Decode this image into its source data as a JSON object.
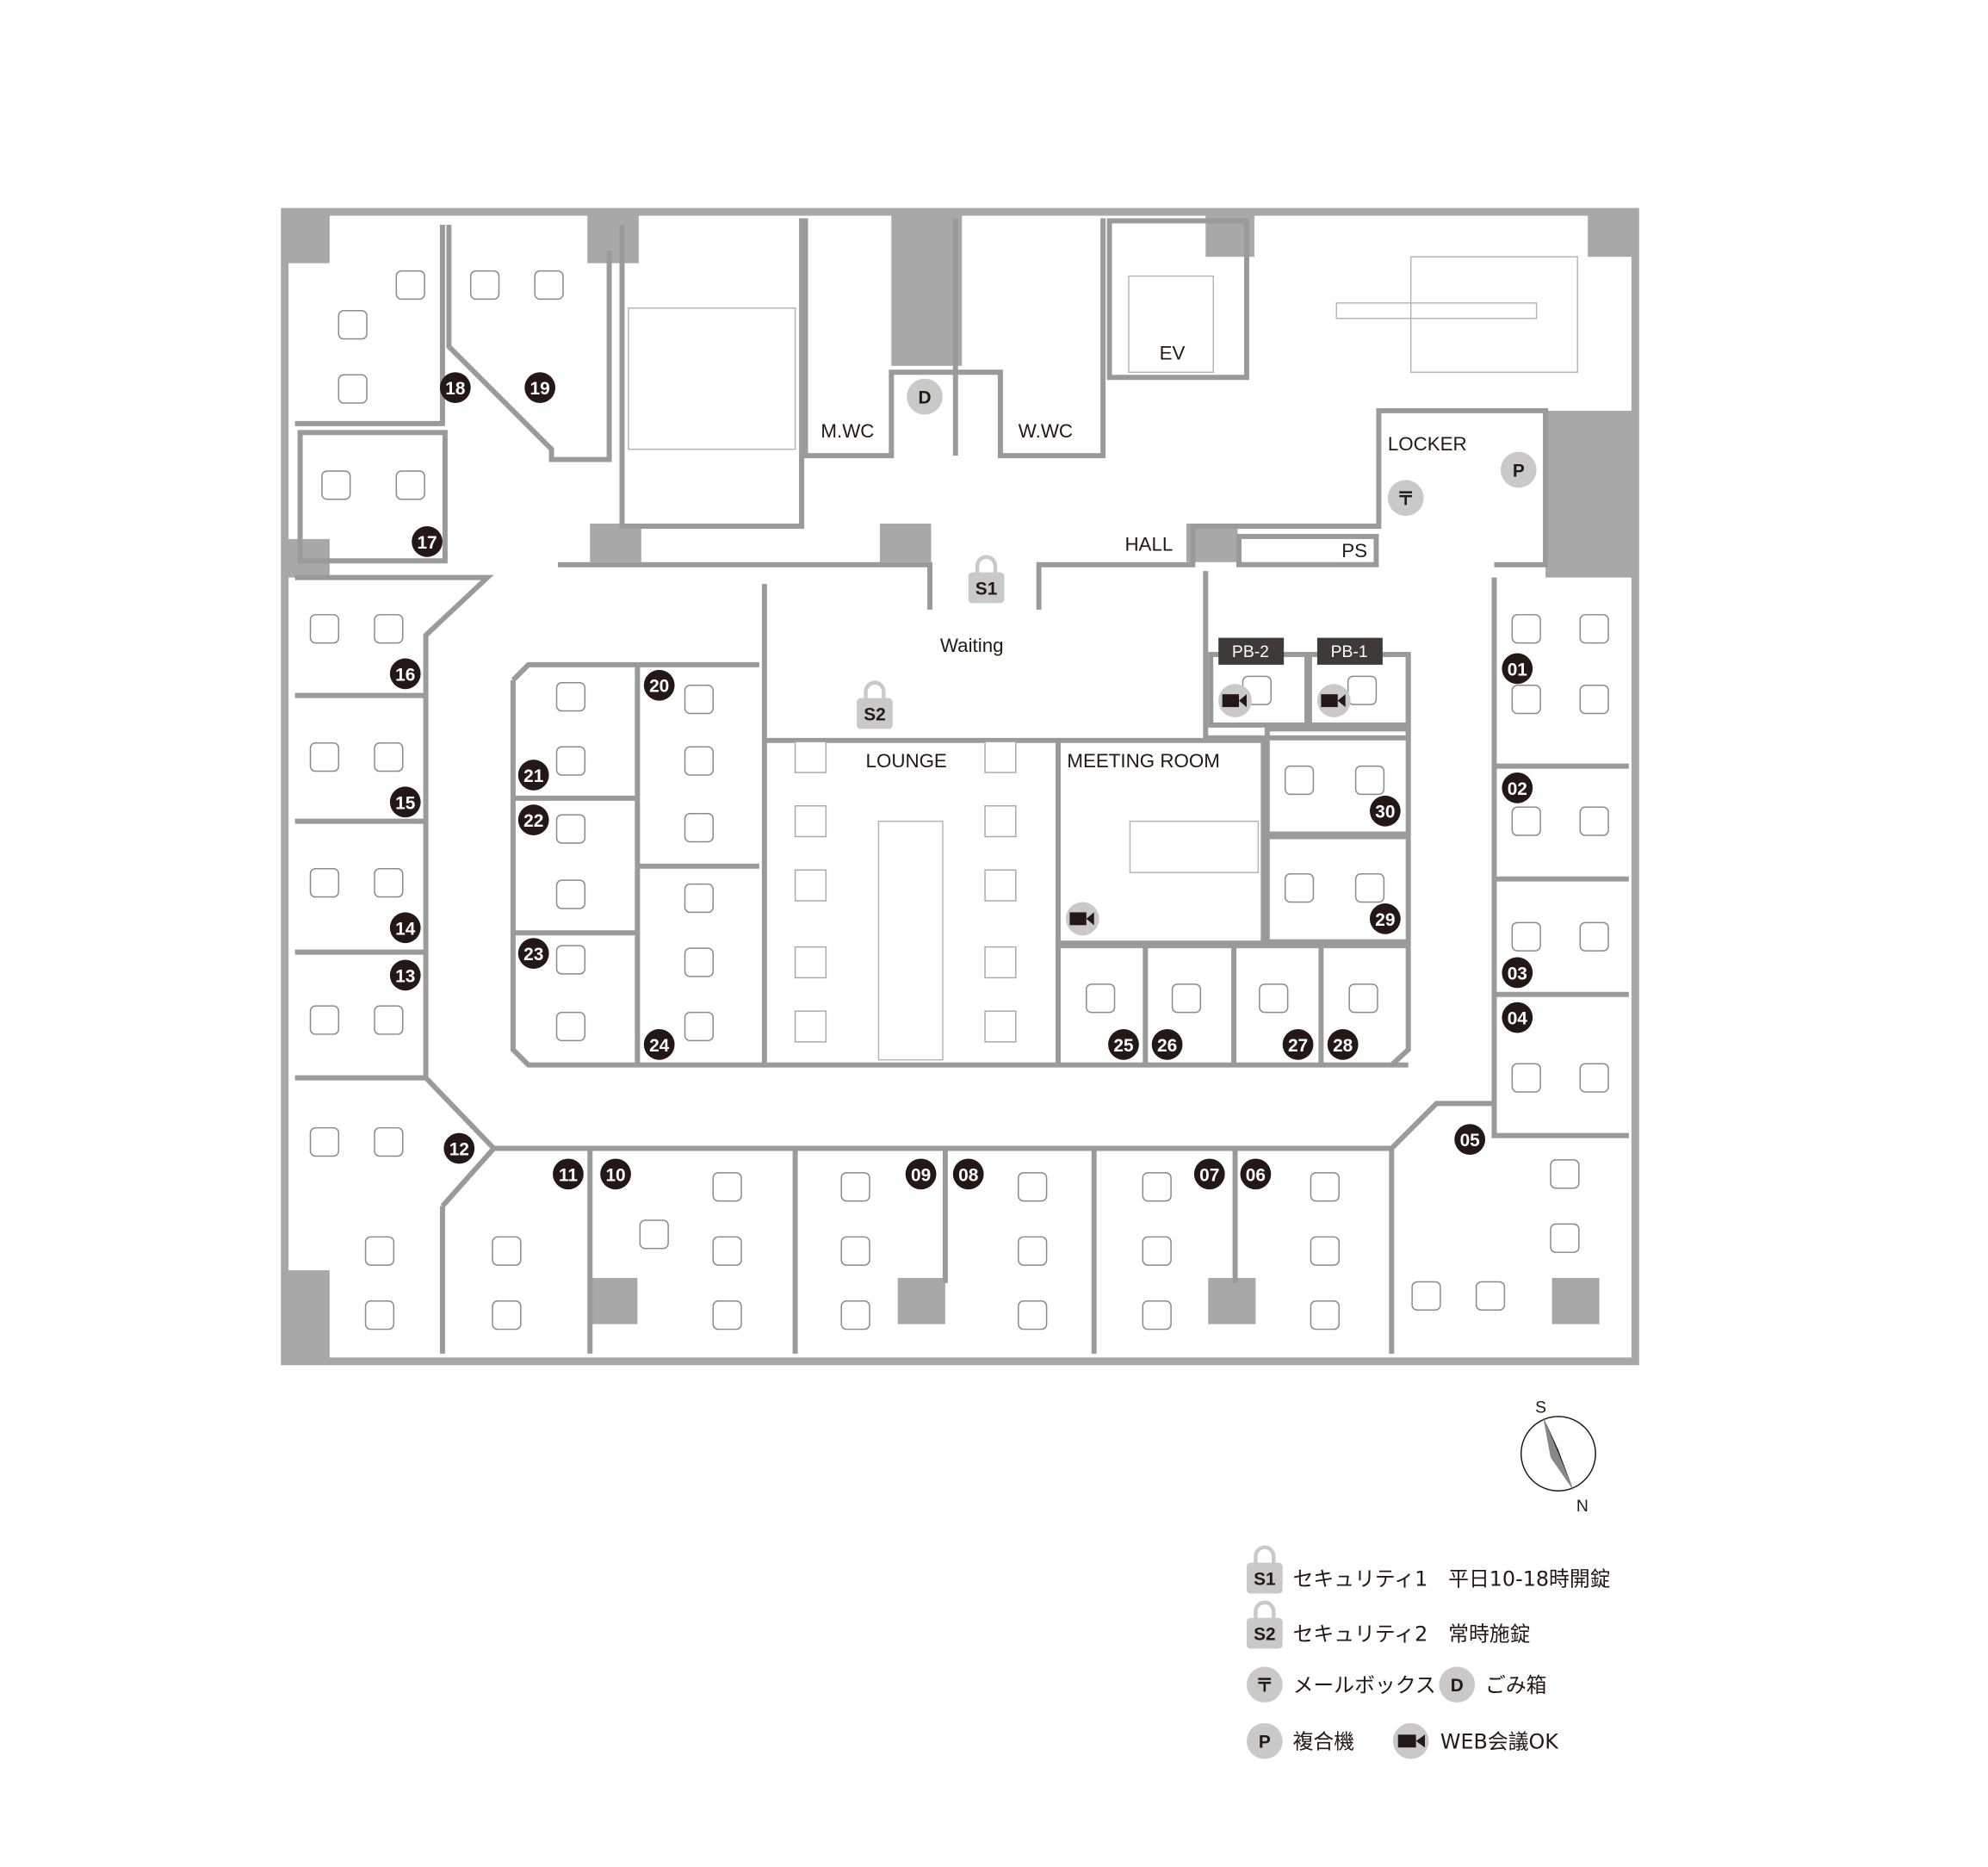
{
  "floorplan": {
    "rooms": [
      "01",
      "02",
      "03",
      "04",
      "05",
      "06",
      "07",
      "08",
      "09",
      "10",
      "11",
      "12",
      "13",
      "14",
      "15",
      "16",
      "17",
      "18",
      "19",
      "20",
      "21",
      "22",
      "23",
      "24",
      "25",
      "26",
      "27",
      "28",
      "29",
      "30"
    ],
    "labels": {
      "mwc": "M.WC",
      "wwc": "W.WC",
      "ev": "EV",
      "locker": "LOCKER",
      "hall": "HALL",
      "ps": "PS",
      "waiting": "Waiting",
      "pb2": "PB-2",
      "pb1": "PB-1",
      "lounge": "LOUNGE",
      "meeting_room": "MEETING ROOM"
    },
    "markers": {
      "s1": "S1",
      "s2": "S2",
      "dust": "D",
      "printer": "P",
      "mailbox": "〒"
    }
  },
  "compass": {
    "s": "S",
    "n": "N"
  },
  "legend": {
    "s1_icon": "S1",
    "s1_text": "セキュリティ1　平日10-18時開錠",
    "s2_icon": "S2",
    "s2_text": "セキュリティ2　常時施錠",
    "mailbox_icon": "〒",
    "mailbox_text": "メールボックス",
    "dust_icon": "D",
    "dust_text": "ごみ箱",
    "printer_icon": "P",
    "printer_text": "複合機",
    "web_text": "WEB会議OK"
  },
  "colors": {
    "wall": "#9a9a9a",
    "badge": "#231815",
    "marker": "#c9c9c9"
  }
}
